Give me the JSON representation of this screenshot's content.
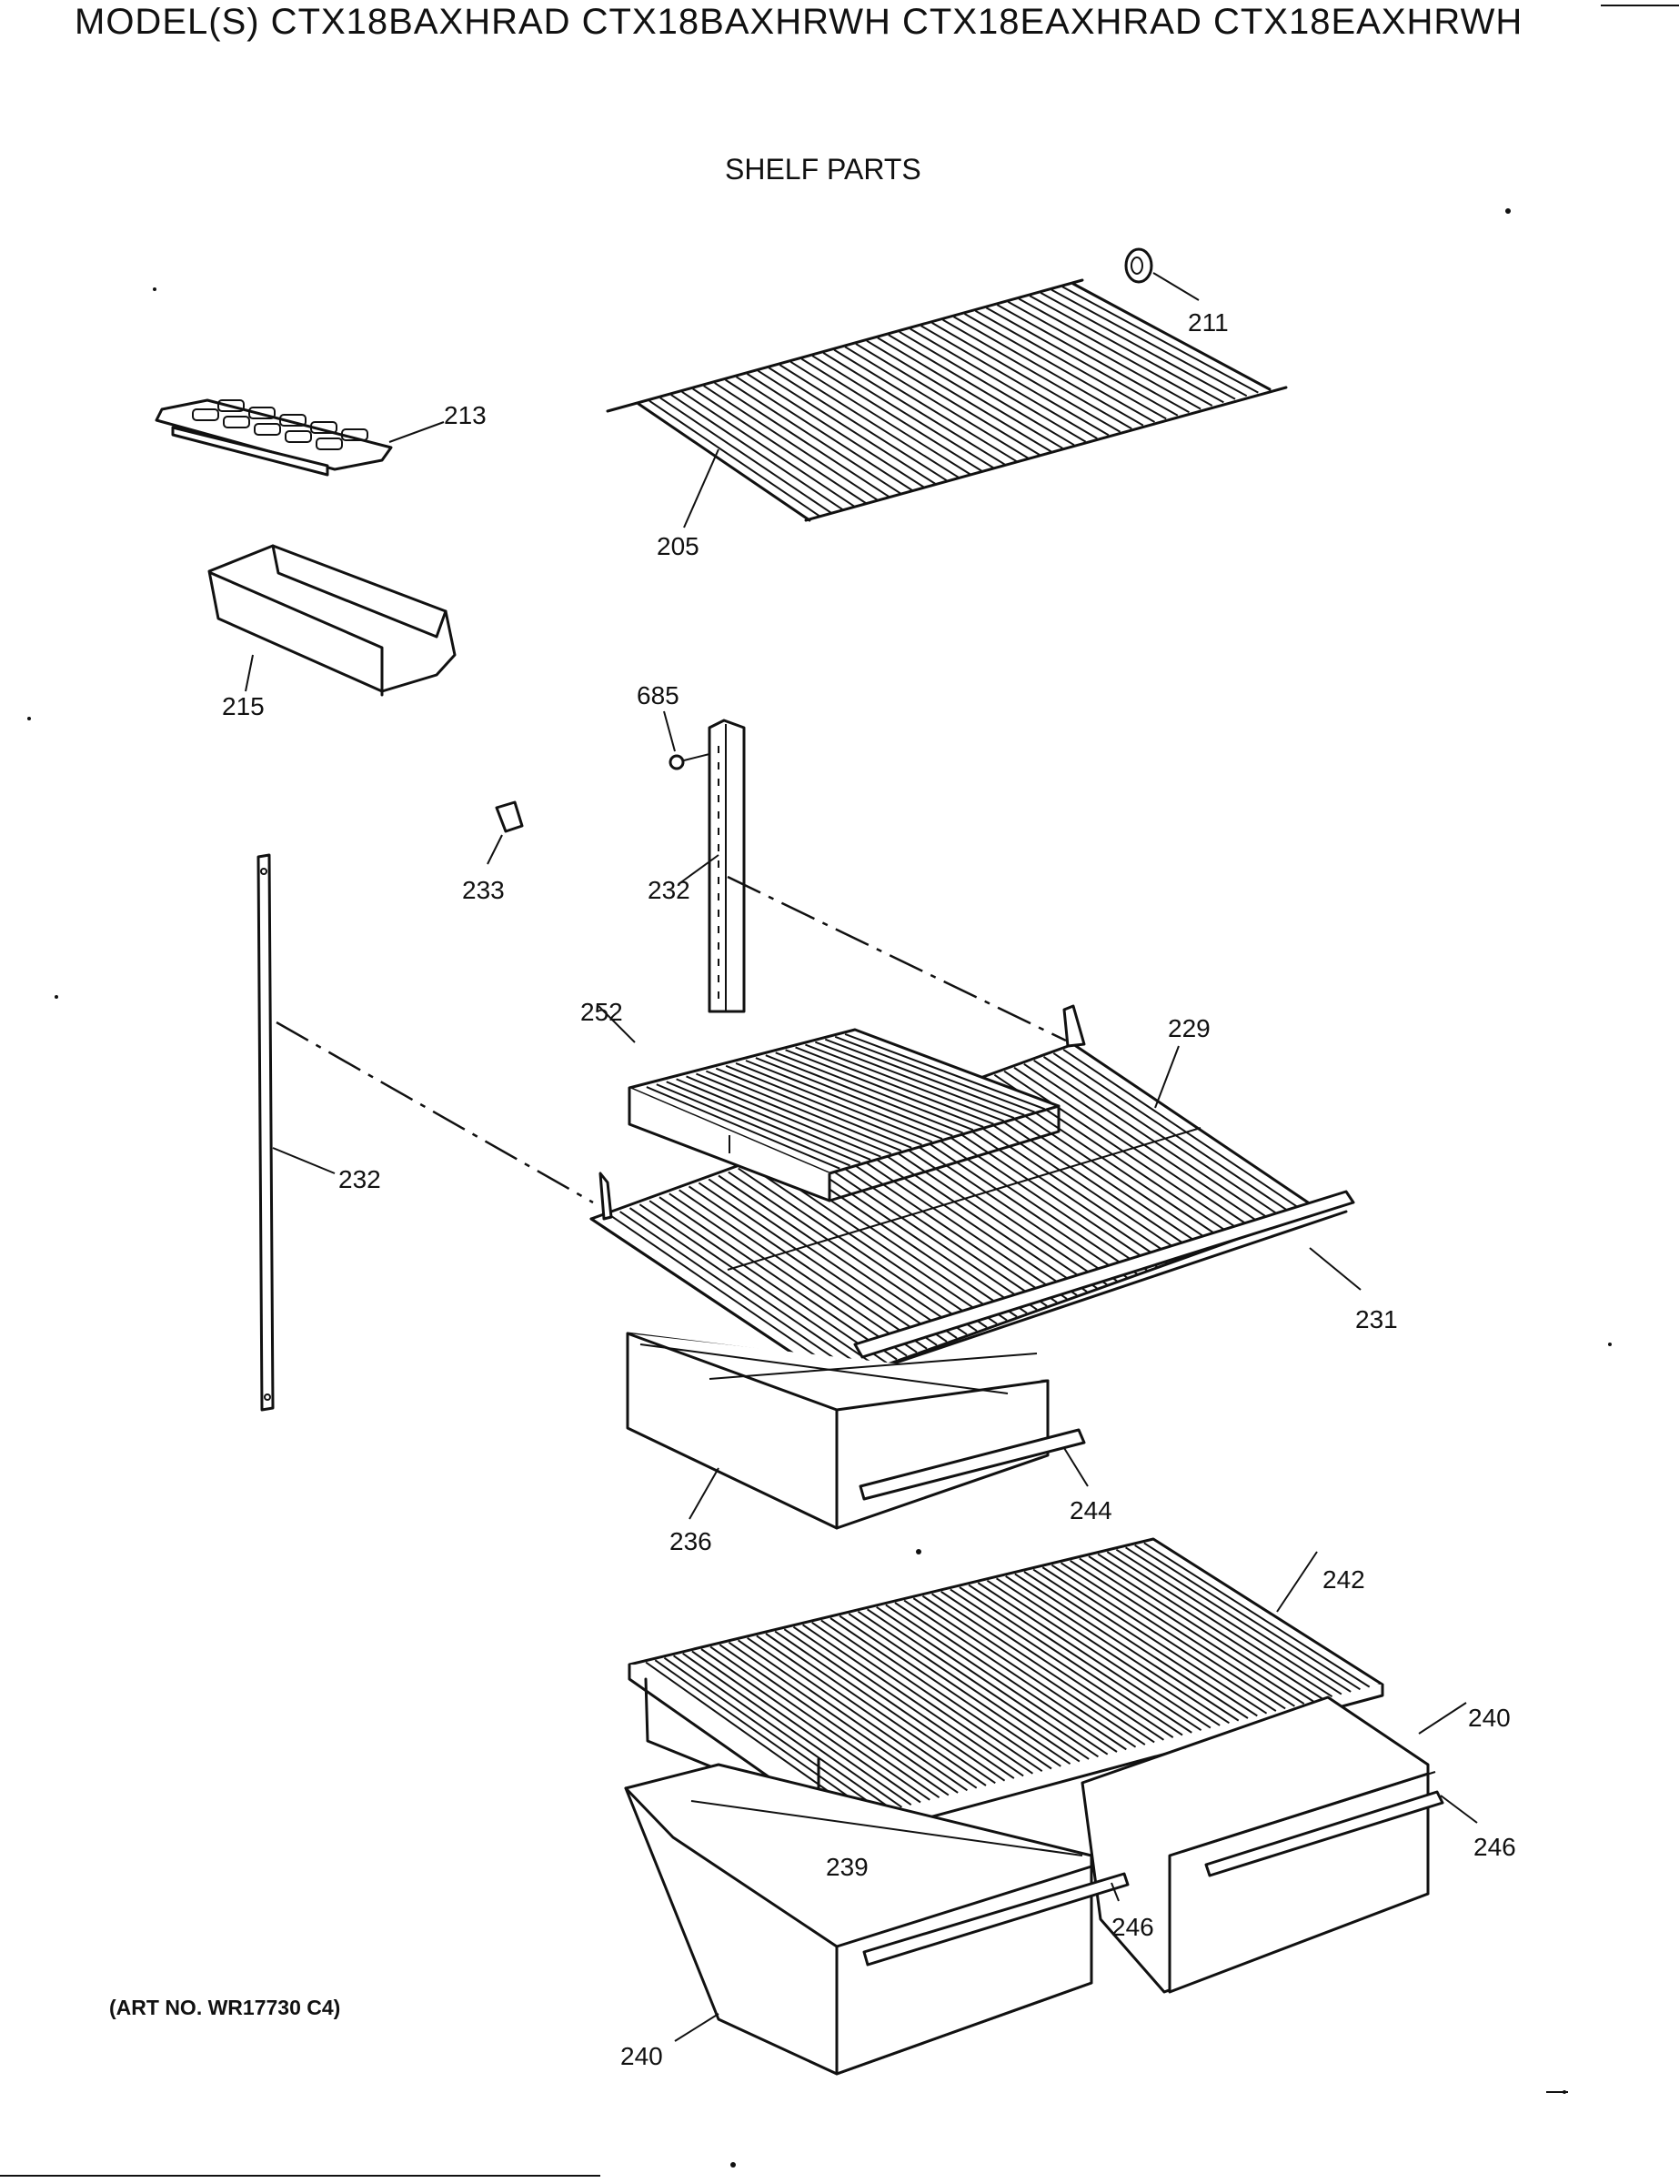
{
  "header": {
    "title": "MODEL(S) CTX18BAXHRAD  CTX18BAXHRWH  CTX18EAXHRAD  CTX18EAXHRWH",
    "subtitle": "SHELF PARTS"
  },
  "footer": {
    "art_number": "(ART NO. WR17730 C4)"
  },
  "callouts": {
    "p205": "205",
    "p211": "211",
    "p213": "213",
    "p215": "215",
    "p685": "685",
    "p233": "233",
    "p232a": "232",
    "p232b": "232",
    "p252": "252",
    "p229": "229",
    "p231": "231",
    "p236": "236",
    "p244": "244",
    "p242": "242",
    "p240a": "240",
    "p240b": "240",
    "p246a": "246",
    "p246b": "246",
    "p239": "239"
  }
}
